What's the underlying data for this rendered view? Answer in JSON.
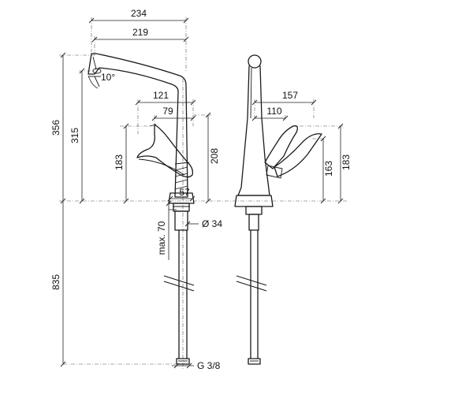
{
  "dimensions": {
    "overall_reach": "234",
    "spout_reach": "219",
    "spout_angle": "10°",
    "total_height": "356",
    "spout_height": "315",
    "lever_reach_front": "121",
    "lever_offset_front": "79",
    "lever_height_front": "183",
    "body_height": "208",
    "base_width": "57",
    "hose_diameter": "Ø 34",
    "max_deck": "max. 70",
    "hose_length": "835",
    "connection_thread": "G 3/8",
    "lever_reach_side": "157",
    "lever_offset_side": "110",
    "lever_height_side_inner": "163",
    "lever_height_side_outer": "183"
  }
}
